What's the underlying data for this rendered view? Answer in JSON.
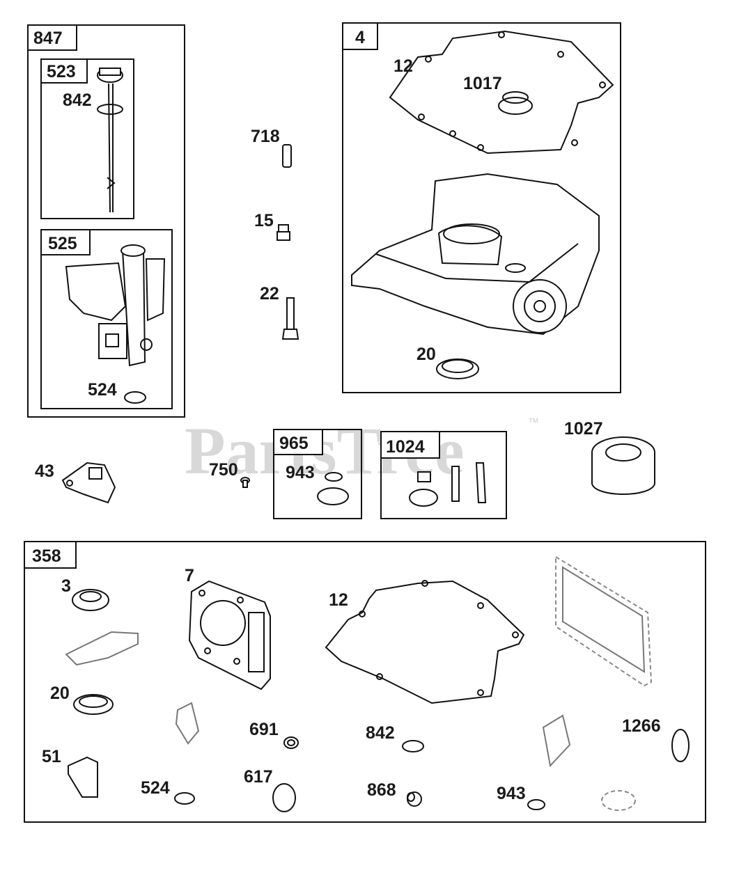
{
  "watermark": {
    "text": "PartsTree",
    "trademark": "™"
  },
  "kits": {
    "k847": "847",
    "k523": "523",
    "k525": "525",
    "k4": "4",
    "k965": "965",
    "k1024": "1024",
    "k358": "358"
  },
  "callouts": {
    "c842a": "842",
    "c524a": "524",
    "c12a": "12",
    "c1017": "1017",
    "c20a": "20",
    "c718": "718",
    "c15": "15",
    "c22": "22",
    "c43": "43",
    "c750": "750",
    "c943a": "943",
    "c1027": "1027",
    "c3": "3",
    "c7": "7",
    "c12b": "12",
    "c20b": "20",
    "c691": "691",
    "c842b": "842",
    "c1266": "1266",
    "c51": "51",
    "c524b": "524",
    "c617": "617",
    "c868": "868",
    "c943b": "943"
  }
}
